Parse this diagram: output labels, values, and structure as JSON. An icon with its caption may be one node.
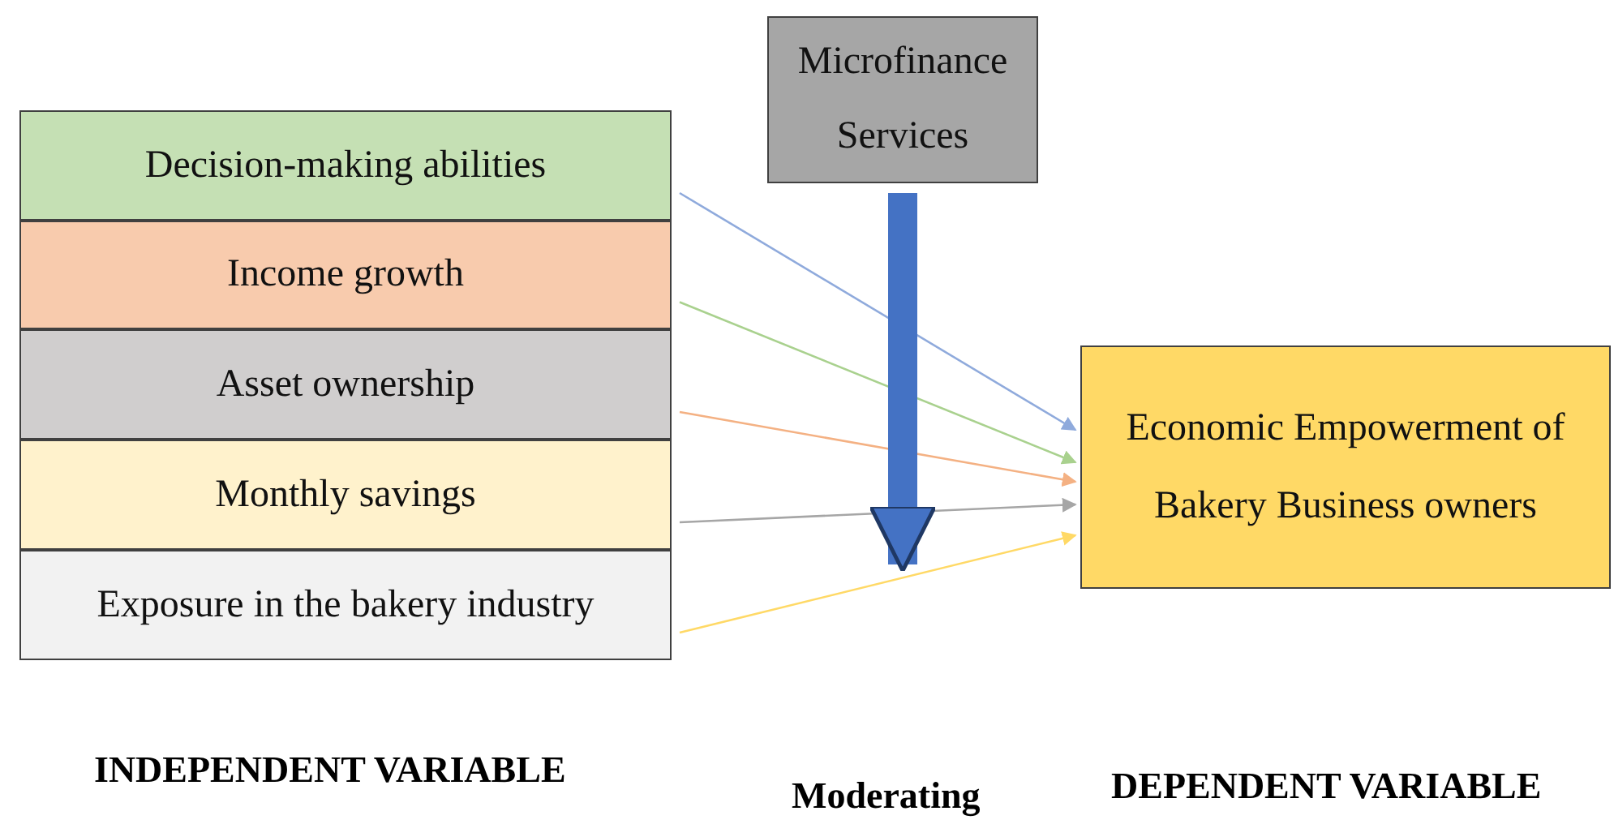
{
  "diagram": {
    "nodes": [
      {
        "text": [
          "Microfinance Services"
        ]
      },
      {
        "text": [
          "Decision-making abilities"
        ]
      },
      {
        "text": [
          "Income growth"
        ]
      },
      {
        "text": [
          "Asset ownership"
        ]
      },
      {
        "text": [
          "Monthly savings"
        ]
      },
      {
        "text": [
          "Exposure in the bakery industry"
        ]
      },
      {
        "text": [
          "Economic Empowerment of Bakery Business owners"
        ]
      }
    ],
    "edges": [
      {
        "from": 1,
        "to": 6,
        "arrow": "to",
        "color": "#8faadc"
      },
      {
        "from": 2,
        "to": 6,
        "arrow": "to",
        "color": "#a9d18e"
      },
      {
        "from": 3,
        "to": 6,
        "arrow": "to",
        "color": "#f4b183"
      },
      {
        "from": 4,
        "to": 6,
        "arrow": "to",
        "color": "#a6a6a6"
      },
      {
        "from": 5,
        "to": 6,
        "arrow": "to",
        "color": "#ffd966"
      },
      {
        "from": 0,
        "to": null,
        "arrow": "to",
        "style": "thick",
        "color": "#4472c4"
      }
    ],
    "labels": [
      "INDEPENDENT VARIABLE",
      "Moderating",
      "DEPENDENT VARIABLE"
    ]
  }
}
